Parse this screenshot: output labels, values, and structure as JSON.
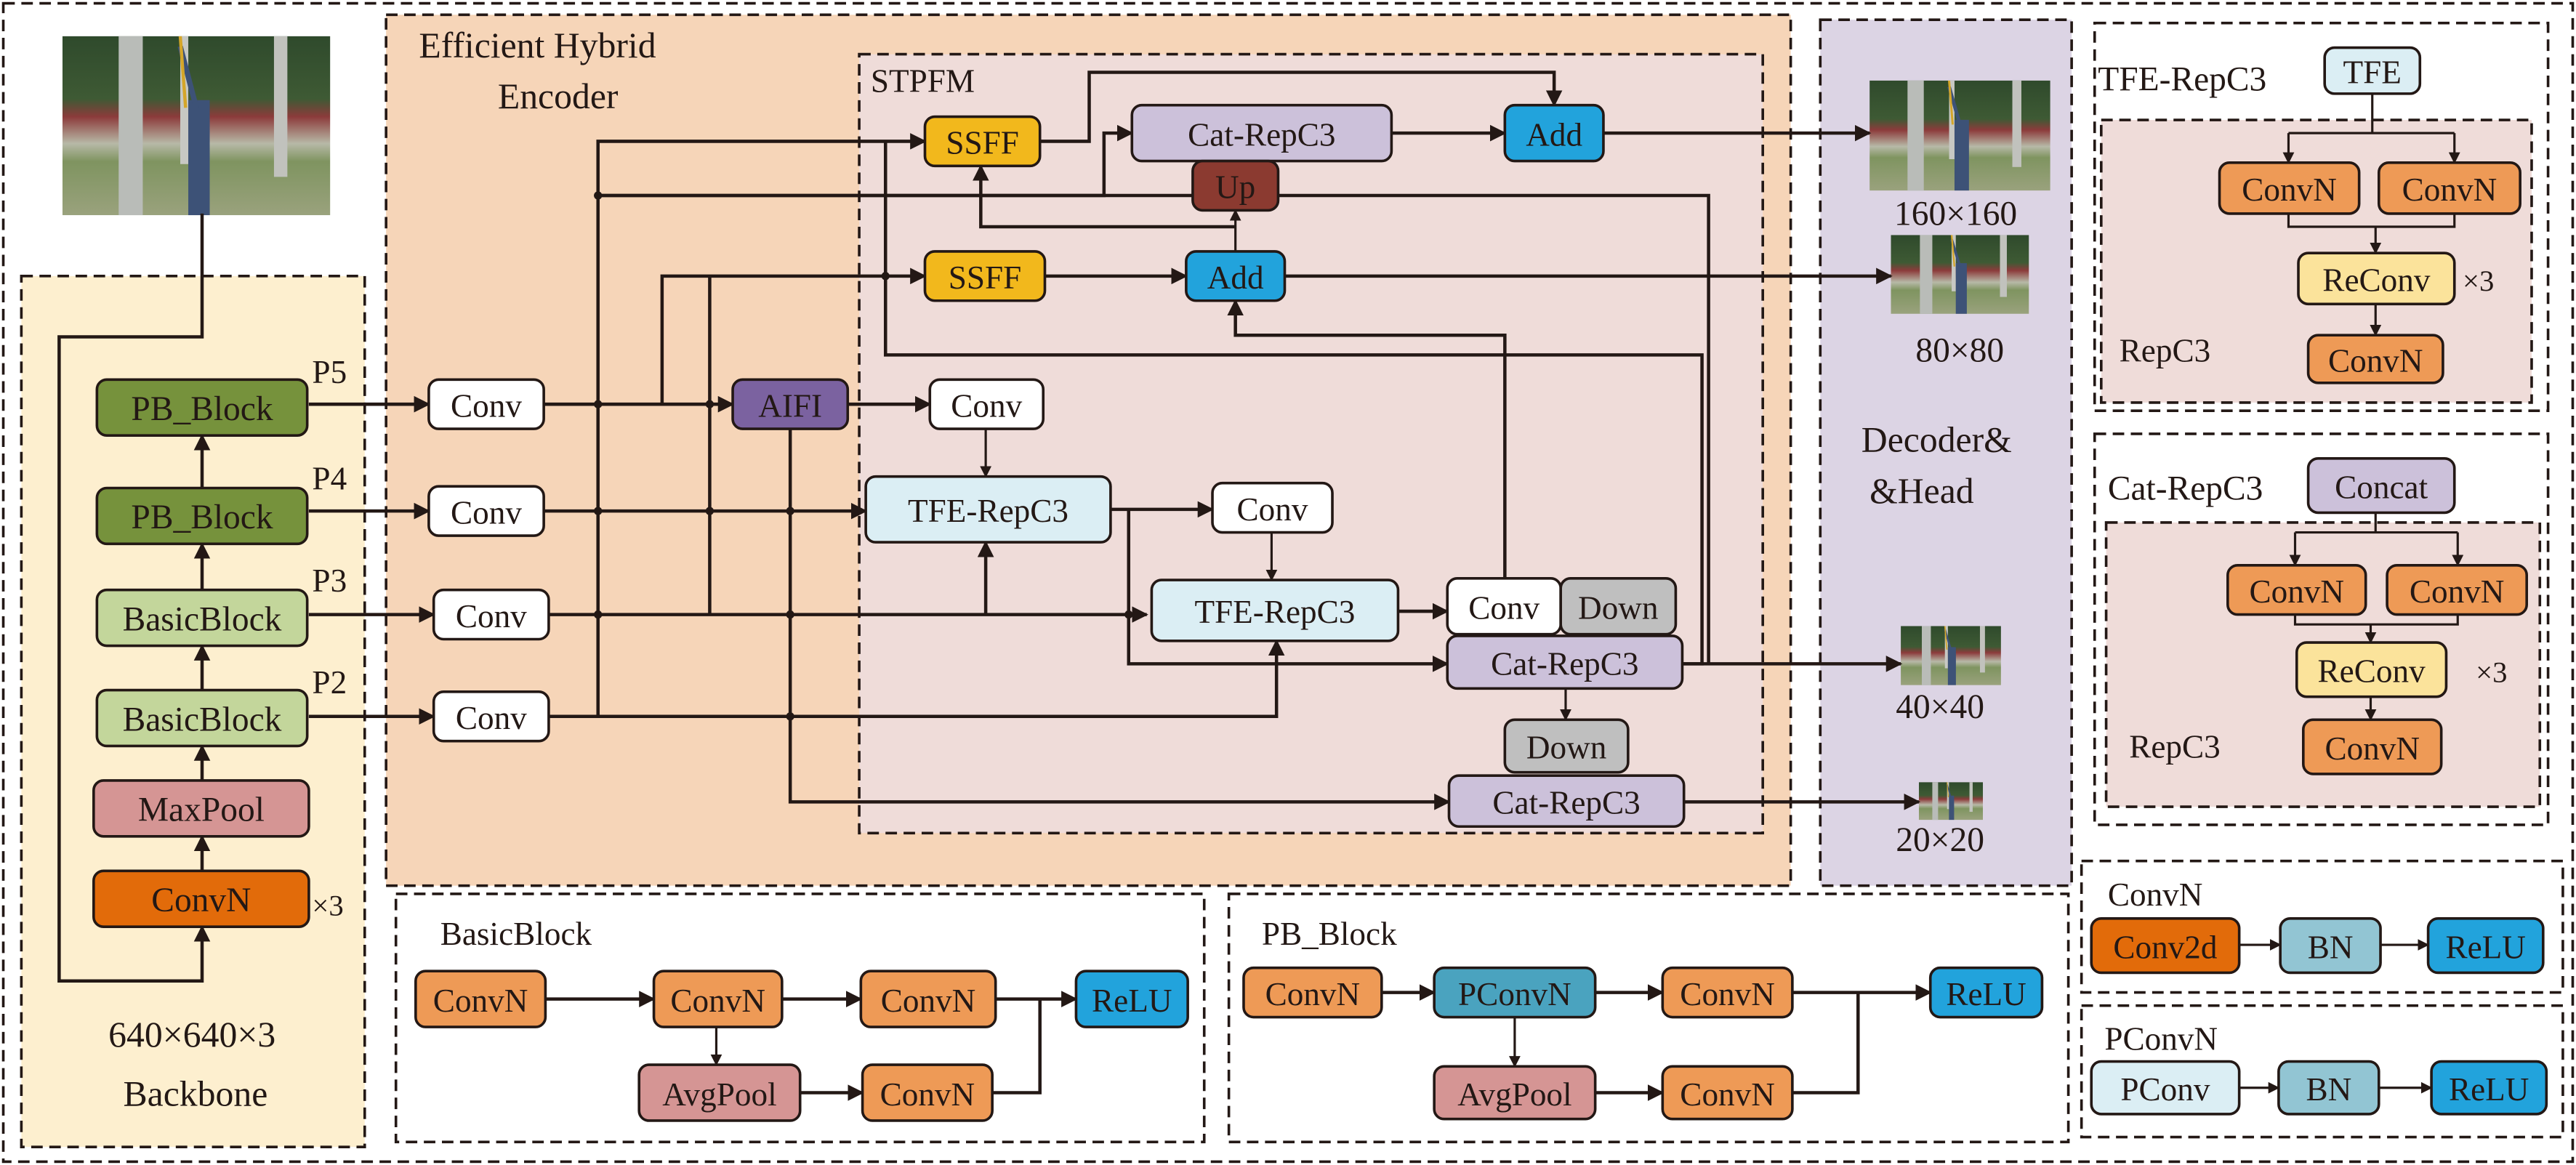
{
  "colors": {
    "backbone_bg": "#fdefcf",
    "encoder_bg": "#f6d5b8",
    "stpfm_bg": "#efdcd9",
    "decoder_bg": "#dcd4e4",
    "repc3_bg": "#efdcd9",
    "pb_block": "#76923c",
    "basic_block": "#c3d69b",
    "maxpool": "#d59594",
    "convn_dark": "#e26b0a",
    "convn": "#ee9a56",
    "conv": "#ffffff",
    "aifi": "#7b62a0",
    "ssff": "#f2b81c",
    "cat_repc3": "#ccc1da",
    "up": "#8b3a30",
    "add": "#22a3dc",
    "tfe_repc3": "#dbeef4",
    "down": "#bfbfbf",
    "relu": "#22a3dc",
    "avgpool": "#d59594",
    "pconvn": "#4aa3bf",
    "bn": "#92c5d3",
    "reconv": "#fbe39b",
    "tfe": "#dbeef4",
    "concat": "#ccc1da",
    "pconv": "#dbeef4"
  },
  "input_image": {
    "label": "input-photo"
  },
  "backbone": {
    "title": "Backbone",
    "input_size": "640×640×3",
    "blocks": [
      {
        "label": "PB_Block",
        "tag": "P5",
        "kind": "pb_block"
      },
      {
        "label": "PB_Block",
        "tag": "P4",
        "kind": "pb_block"
      },
      {
        "label": "BasicBlock",
        "tag": "P3",
        "kind": "basic_block"
      },
      {
        "label": "BasicBlock",
        "tag": "P2",
        "kind": "basic_block"
      },
      {
        "label": "MaxPool",
        "tag": "",
        "kind": "maxpool"
      },
      {
        "label": "ConvN",
        "tag": "×3",
        "kind": "convn_dark"
      }
    ]
  },
  "encoder": {
    "title_line1": "Efficient   Hybrid",
    "title_line2": "Encoder",
    "conv_label": "Conv",
    "aifi_label": "AIFI",
    "stpfm": {
      "title": "STPFM",
      "ssff_label": "SSFF",
      "cat_repc3_label": "Cat-RepC3",
      "up_label": "Up",
      "add_label": "Add",
      "tfe_repc3_label": "TFE-RepC3",
      "conv_label": "Conv",
      "down_label": "Down"
    }
  },
  "decoder": {
    "title_line1": "Decoder&",
    "title_line2": "&Head",
    "outputs": [
      "160×160",
      "80×80",
      "40×40",
      "20×20"
    ]
  },
  "tfe_repc3_detail": {
    "title": "TFE-RepC3",
    "top_label": "TFE",
    "inner_title": "RepC3",
    "convn_label": "ConvN",
    "reconv_label": "ReConv",
    "repeat": "×3"
  },
  "cat_repc3_detail": {
    "title": "Cat-RepC3",
    "top_label": "Concat",
    "inner_title": "RepC3",
    "convn_label": "ConvN",
    "reconv_label": "ReConv",
    "repeat": "×3"
  },
  "convn_detail": {
    "title": "ConvN",
    "steps": [
      "Conv2d",
      "BN",
      "ReLU"
    ]
  },
  "pconvn_detail": {
    "title": "PConvN",
    "steps": [
      "PConv",
      "BN",
      "ReLU"
    ]
  },
  "basicblock_detail": {
    "title": "BasicBlock",
    "top_row": [
      "ConvN",
      "ConvN",
      "ConvN",
      "ReLU"
    ],
    "bottom_row": [
      "AvgPool",
      "ConvN"
    ]
  },
  "pbblock_detail": {
    "title": "PB_Block",
    "top_row": [
      "ConvN",
      "PConvN",
      "ConvN",
      "ReLU"
    ],
    "bottom_row": [
      "AvgPool",
      "ConvN"
    ]
  }
}
